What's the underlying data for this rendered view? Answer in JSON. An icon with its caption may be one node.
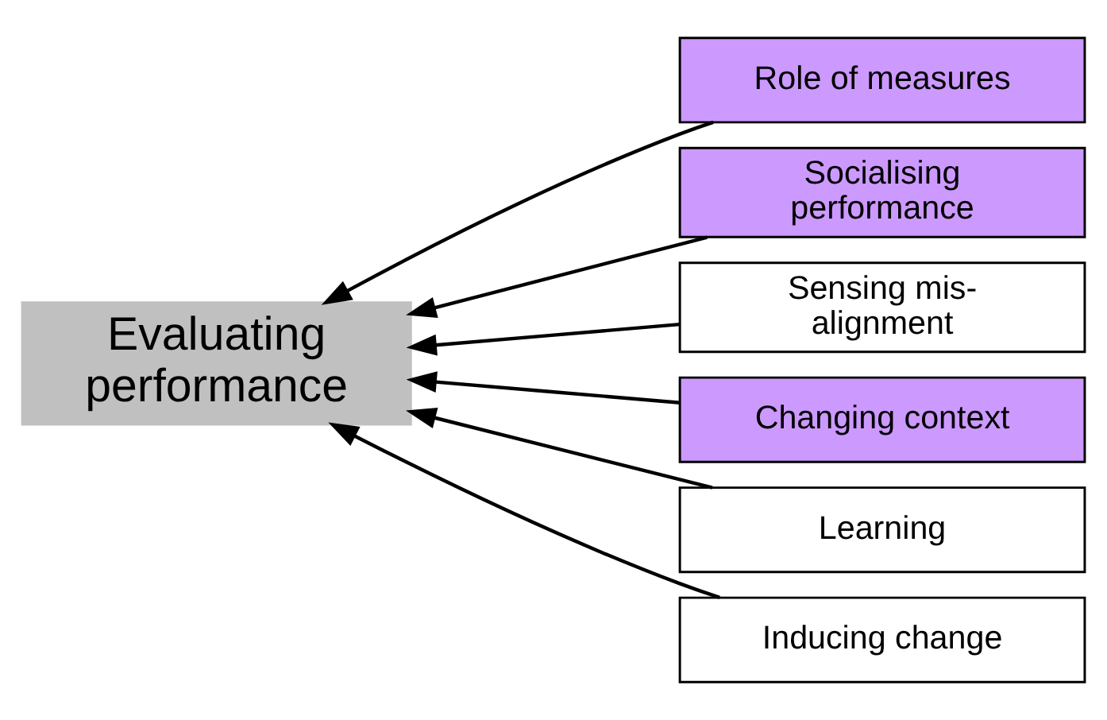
{
  "diagram": {
    "nodes": [
      {
        "text": [
          "Evaluating performance"
        ]
      },
      {
        "text": [
          "Role of measures"
        ]
      },
      {
        "text": [
          "Socialising performance"
        ]
      },
      {
        "text": [
          "Sensing mis-alignment"
        ]
      },
      {
        "text": [
          "Changing context"
        ]
      },
      {
        "text": [
          "Learning"
        ]
      },
      {
        "text": [
          "Inducing change"
        ]
      }
    ],
    "edges": [
      {
        "from": 1,
        "to": 0,
        "arrow": "to"
      },
      {
        "from": 2,
        "to": 0,
        "arrow": "to"
      },
      {
        "from": 3,
        "to": 0,
        "arrow": "to"
      },
      {
        "from": 4,
        "to": 0,
        "arrow": "to"
      },
      {
        "from": 5,
        "to": 0,
        "arrow": "to"
      },
      {
        "from": 6,
        "to": 0,
        "arrow": "to"
      }
    ]
  }
}
